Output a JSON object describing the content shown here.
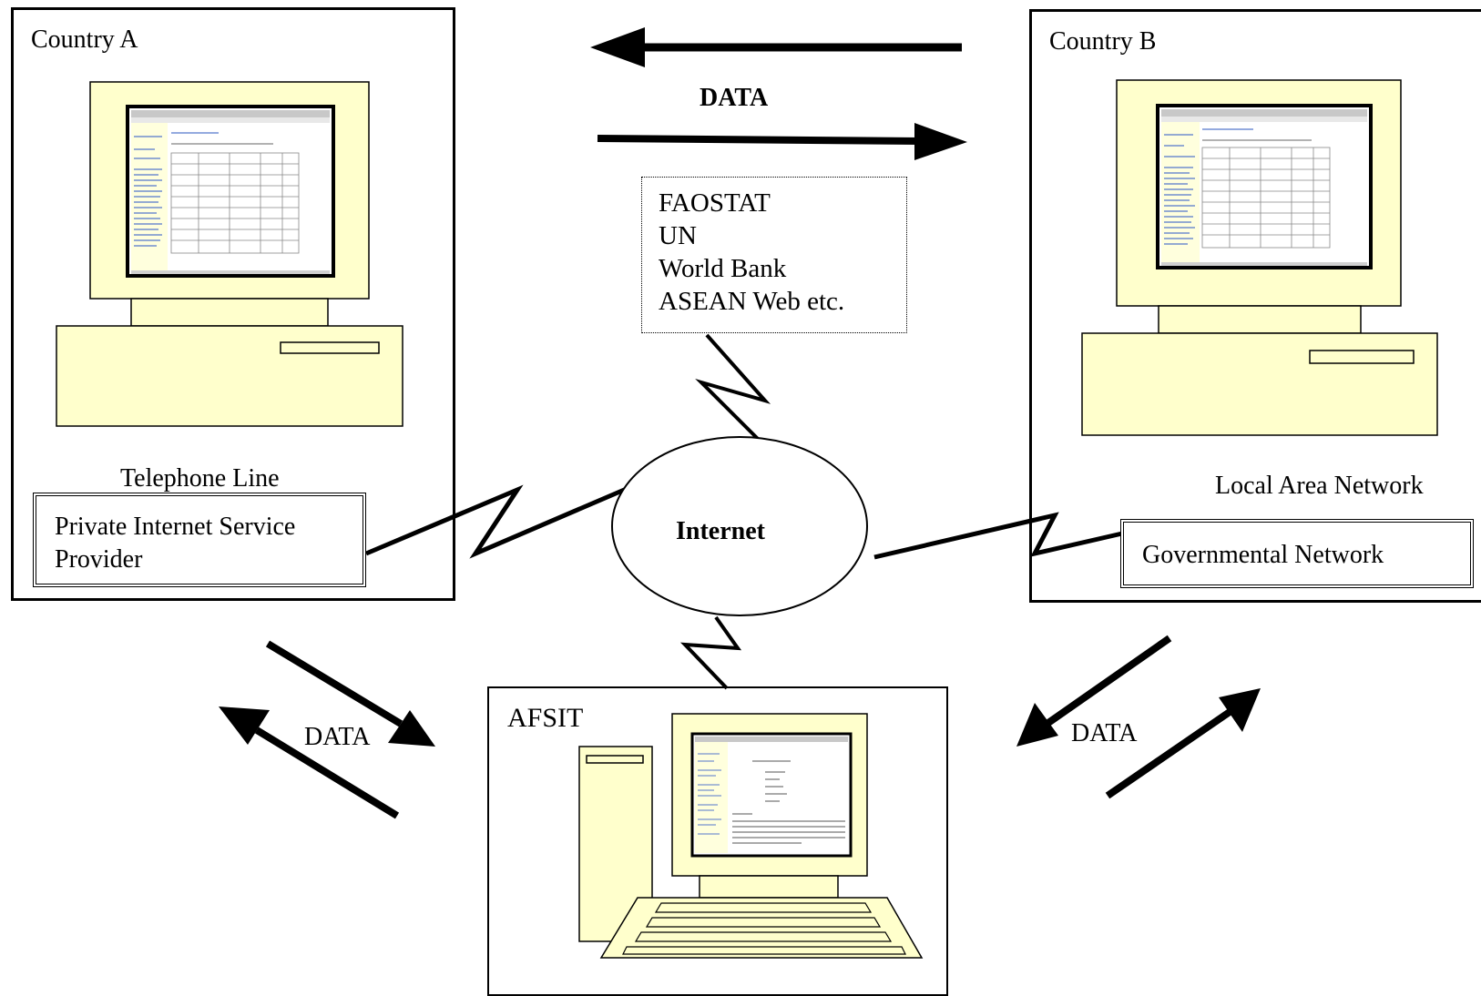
{
  "country_a": {
    "title": "Country A",
    "connection_label": "Telephone Line",
    "isp_label": "Private Internet Service Provider",
    "isp_lines": [
      "Private Internet Service",
      "Provider"
    ]
  },
  "country_b": {
    "title": "Country B",
    "connection_label": "Local Area Network",
    "network_label": "Governmental Network"
  },
  "center": {
    "top_data_label": "DATA",
    "sources": [
      "FAOSTAT",
      "UN",
      "World Bank",
      "ASEAN Web etc."
    ],
    "cloud_label": "Internet"
  },
  "afsit": {
    "title": "AFSIT",
    "left_data_label": "DATA",
    "right_data_label": "DATA"
  },
  "colors": {
    "monitor_fill": "#ffffcc",
    "screen_frame": "#404040",
    "screen_fill": "#ffffff",
    "sidebar_fill": "#ffffdd",
    "line": "#000000"
  }
}
